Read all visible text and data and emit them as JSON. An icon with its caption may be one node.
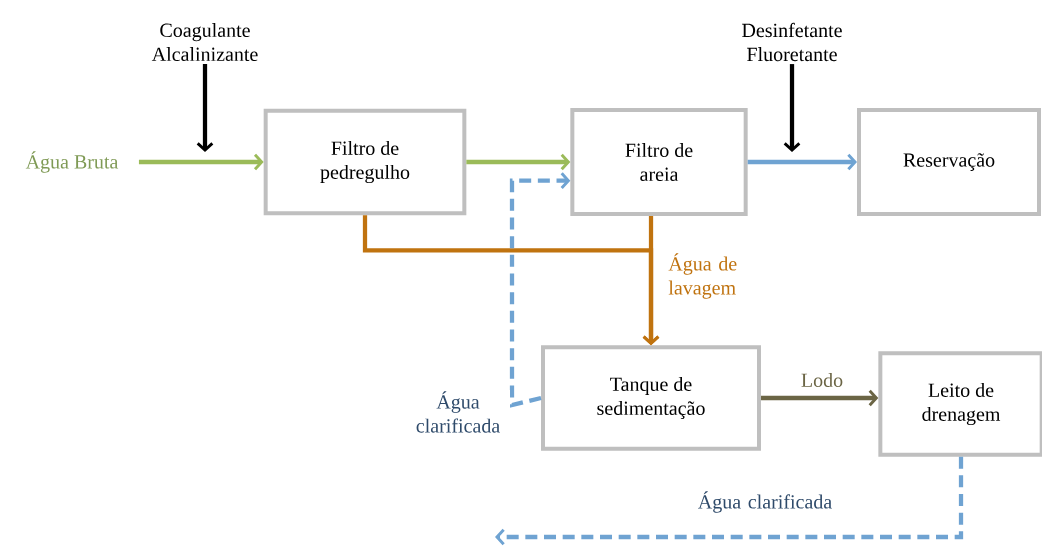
{
  "diagram": {
    "nodes": [
      {
        "text": [
          "Água Bruta"
        ]
      },
      {
        "text": [
          "Coagulante Alcalinizante"
        ]
      },
      {
        "text": [
          "Filtro de pedregulho"
        ]
      },
      {
        "text": [
          "Filtro de areia"
        ]
      },
      {
        "text": [
          "Desinfetante Fluoretante"
        ]
      },
      {
        "text": [
          "Reservação"
        ]
      },
      {
        "text": [
          "Tanque de sedimentação"
        ]
      },
      {
        "text": [
          "Leito de drenagem"
        ]
      }
    ],
    "edges": [
      {
        "from": 0,
        "to": 2,
        "arrow": "to",
        "color": "#9bbb59"
      },
      {
        "from": 1,
        "to": null,
        "arrow": "to",
        "color": "#000000"
      },
      {
        "from": 2,
        "to": 3,
        "arrow": "to",
        "color": "#9bbb59"
      },
      {
        "from": 3,
        "to": 5,
        "arrow": "to"
      },
      {
        "from": 4,
        "to": null,
        "arrow": "to",
        "color": "#000000"
      },
      {
        "from": 2,
        "to": 6,
        "arrow": "to",
        "color": "#c0730f"
      },
      {
        "from": 3,
        "to": 6,
        "arrow": "to",
        "color": "#c0730f",
        "label": "Água de lavagem"
      },
      {
        "from": 6,
        "to": 7,
        "arrow": "to",
        "color": "#6b6545",
        "label": "Lodo"
      },
      {
        "from": 6,
        "to": 3,
        "arrow": "to",
        "style": "dashed",
        "label": "Água clarificada"
      },
      {
        "from": 7,
        "to": null,
        "arrow": "to",
        "style": "dashed",
        "label": "Água clarificada"
      }
    ]
  }
}
